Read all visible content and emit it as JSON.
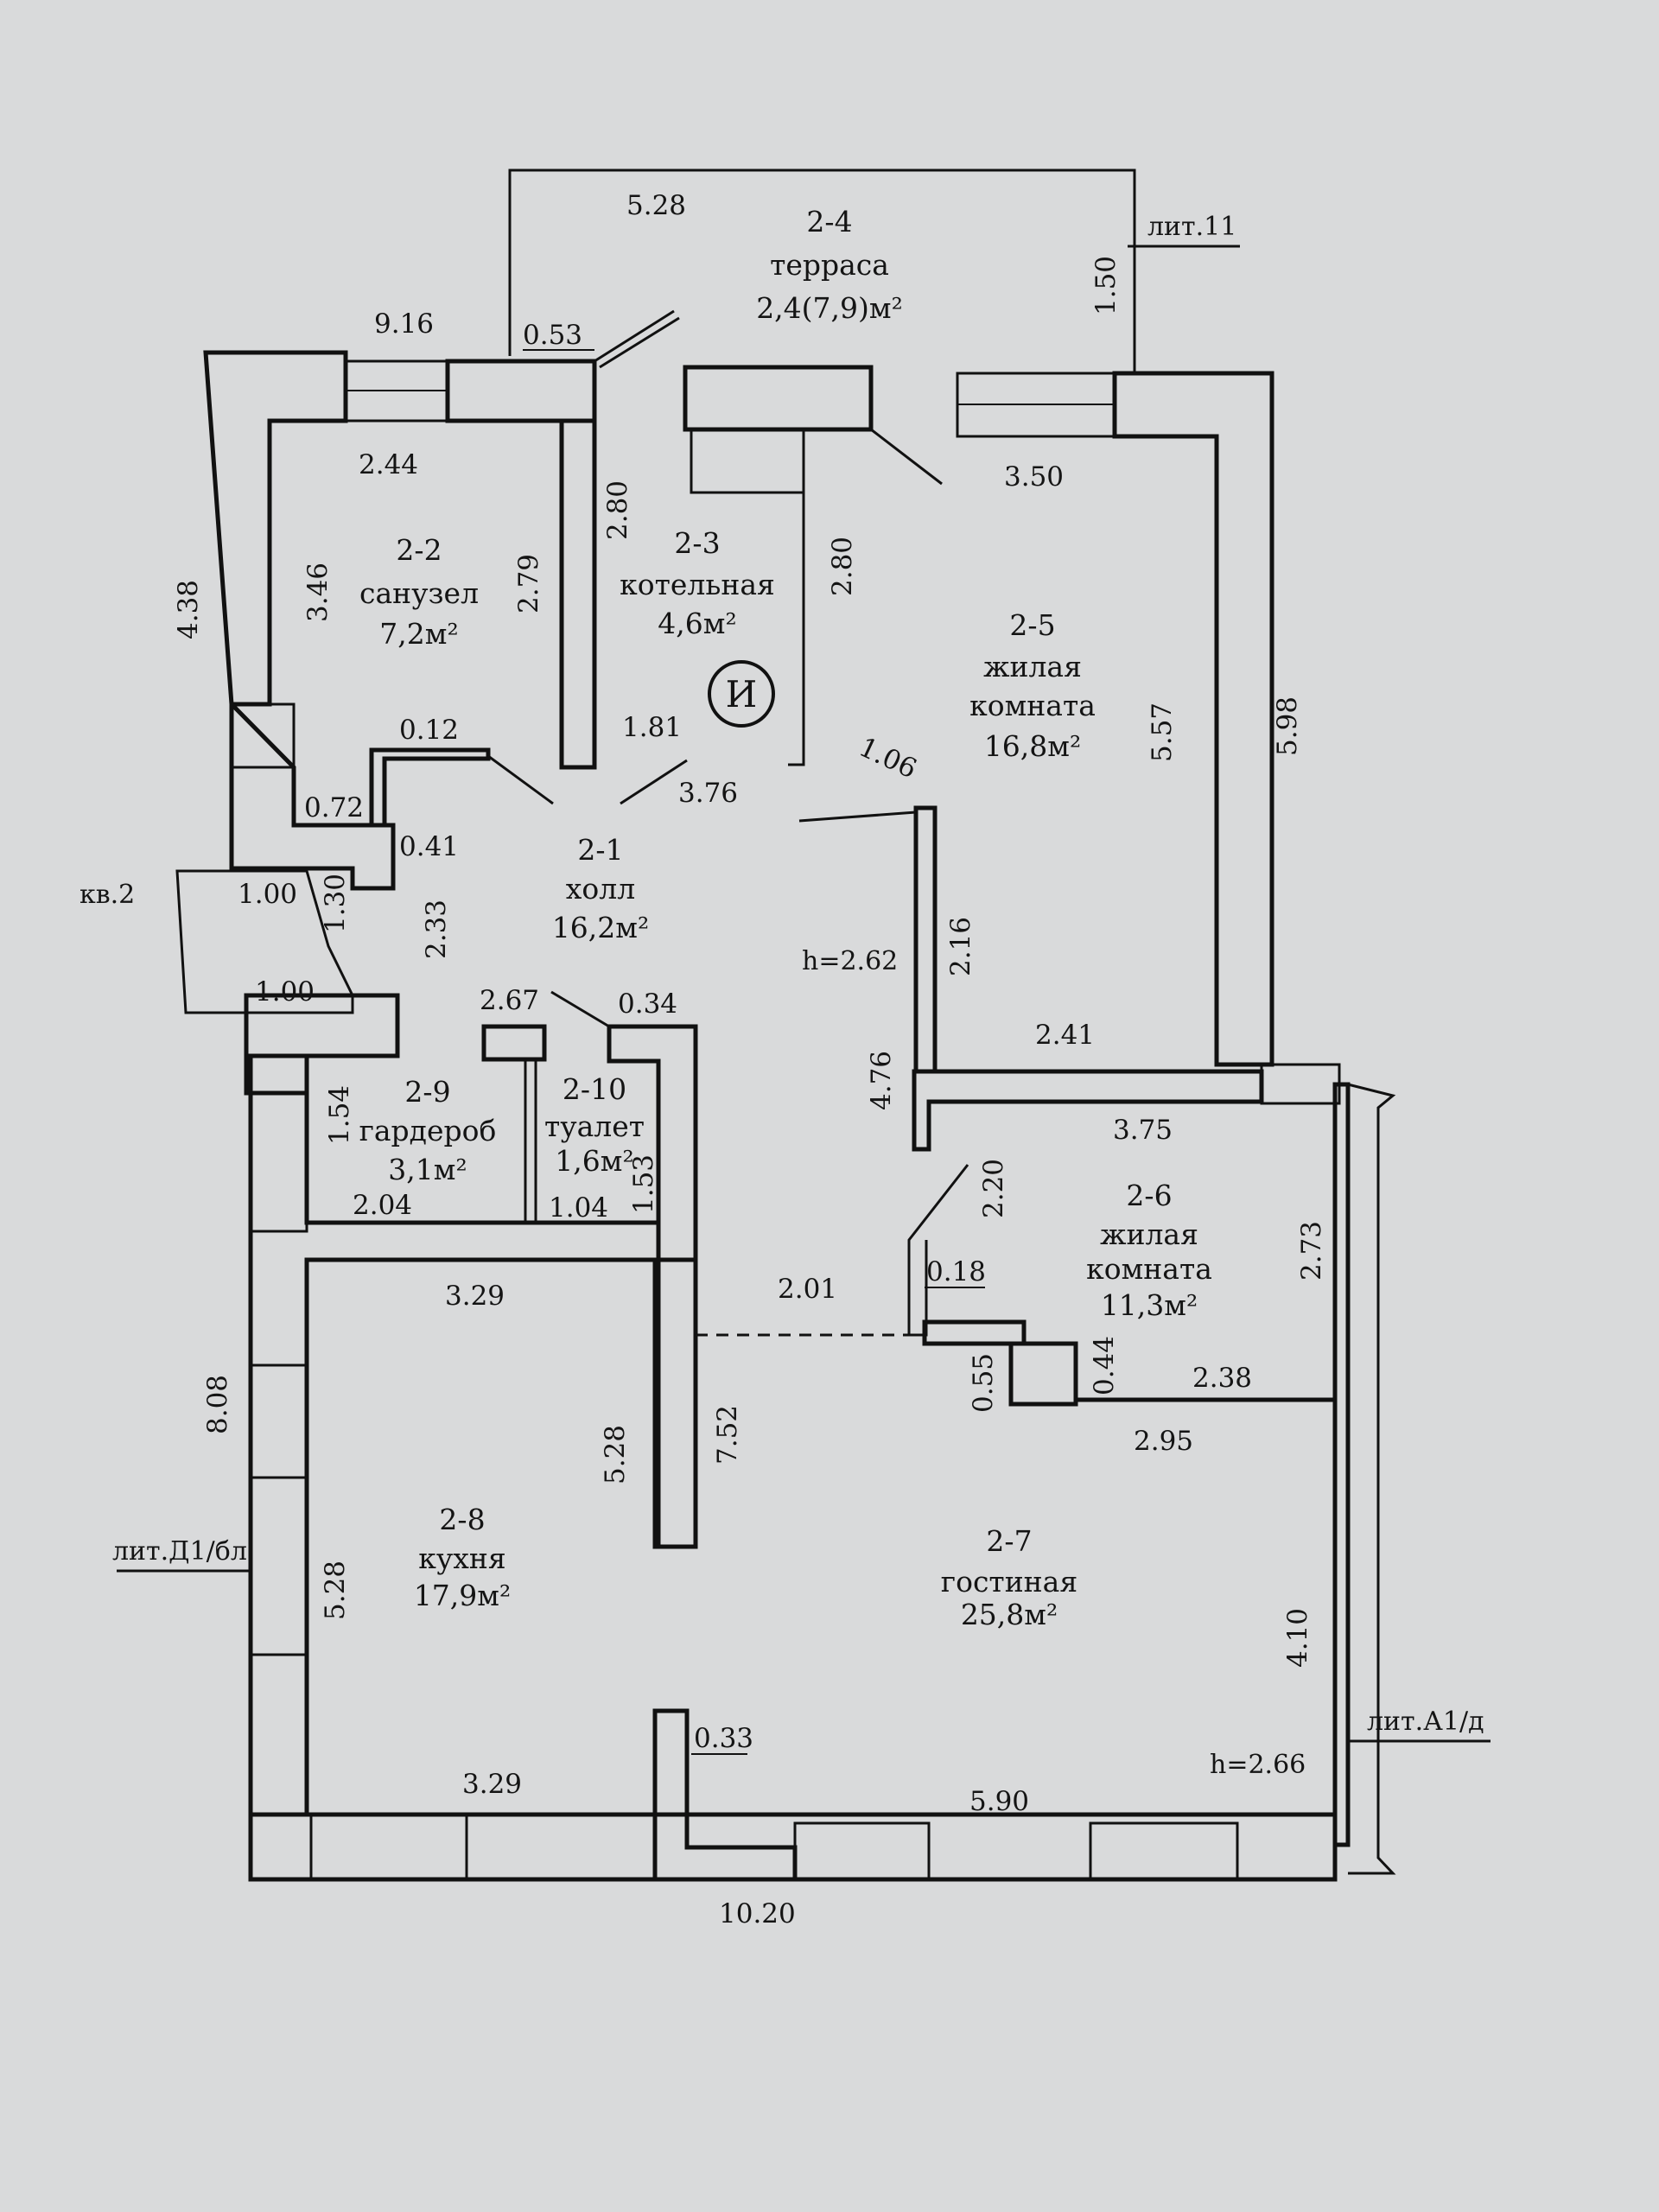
{
  "rooms": {
    "r2_4": {
      "num": "2-4",
      "name": "терраса",
      "area": "2,4(7,9)м²"
    },
    "r2_2": {
      "num": "2-2",
      "name": "санузел",
      "area": "7,2м²"
    },
    "r2_3": {
      "num": "2-3",
      "name": "котельная",
      "area": "4,6м²"
    },
    "r2_5": {
      "num": "2-5",
      "name1": "жилая",
      "name2": "комната",
      "area": "16,8м²"
    },
    "r2_1": {
      "num": "2-1",
      "name": "холл",
      "area": "16,2м²"
    },
    "r2_9": {
      "num": "2-9",
      "name": "гардероб",
      "area": "3,1м²"
    },
    "r2_10": {
      "num": "2-10",
      "name": "туалет",
      "area": "1,6м²"
    },
    "r2_6": {
      "num": "2-6",
      "name1": "жилая",
      "name2": "комната",
      "area": "11,3м²"
    },
    "r2_8": {
      "num": "2-8",
      "name": "кухня",
      "area": "17,9м²"
    },
    "r2_7": {
      "num": "2-7",
      "name": "гостиная",
      "area": "25,8м²"
    }
  },
  "dims": {
    "d528_top": "5.28",
    "d150": "1.50",
    "d916": "9.16",
    "d053": "0.53",
    "d244": "2.44",
    "d350": "3.50",
    "d280a": "2.80",
    "d280b": "2.80",
    "d346": "3.46",
    "d279": "2.79",
    "d438": "4.38",
    "d557": "5.57",
    "d598": "5.98",
    "d181": "1.81",
    "d376": "3.76",
    "d106": "1.06",
    "d012": "0.12",
    "d072": "0.72",
    "d041": "0.41",
    "d100a": "1.00",
    "d130": "1.30",
    "d100b": "1.00",
    "d233": "2.33",
    "d216": "2.16",
    "d267": "2.67",
    "d034": "0.34",
    "d241": "2.41",
    "d476": "4.76",
    "d375": "3.75",
    "d154": "1.54",
    "d204": "2.04",
    "d104": "1.04",
    "d153": "1.53",
    "d220": "2.20",
    "d273": "2.73",
    "d329a": "3.29",
    "d201": "2.01",
    "d018": "0.18",
    "d044": "0.44",
    "d055": "0.55",
    "d238": "2.38",
    "d808": "8.08",
    "d528a": "5.28",
    "d752": "7.52",
    "d295": "2.95",
    "d528b": "5.28",
    "d410": "4.10",
    "d033": "0.33",
    "d329b": "3.29",
    "d590": "5.90",
    "d1020": "10.20"
  },
  "notes": {
    "lit11": "лит.11",
    "kv2": "кв.2",
    "h262": "h=2.62",
    "h266": "h=2.66",
    "litD1": "лит.Д1/бл",
    "litA1": "лит.А1/д",
    "boiler_symbol": "И"
  },
  "colors": {
    "paper": "#d9dadb",
    "ink": "#111111"
  }
}
